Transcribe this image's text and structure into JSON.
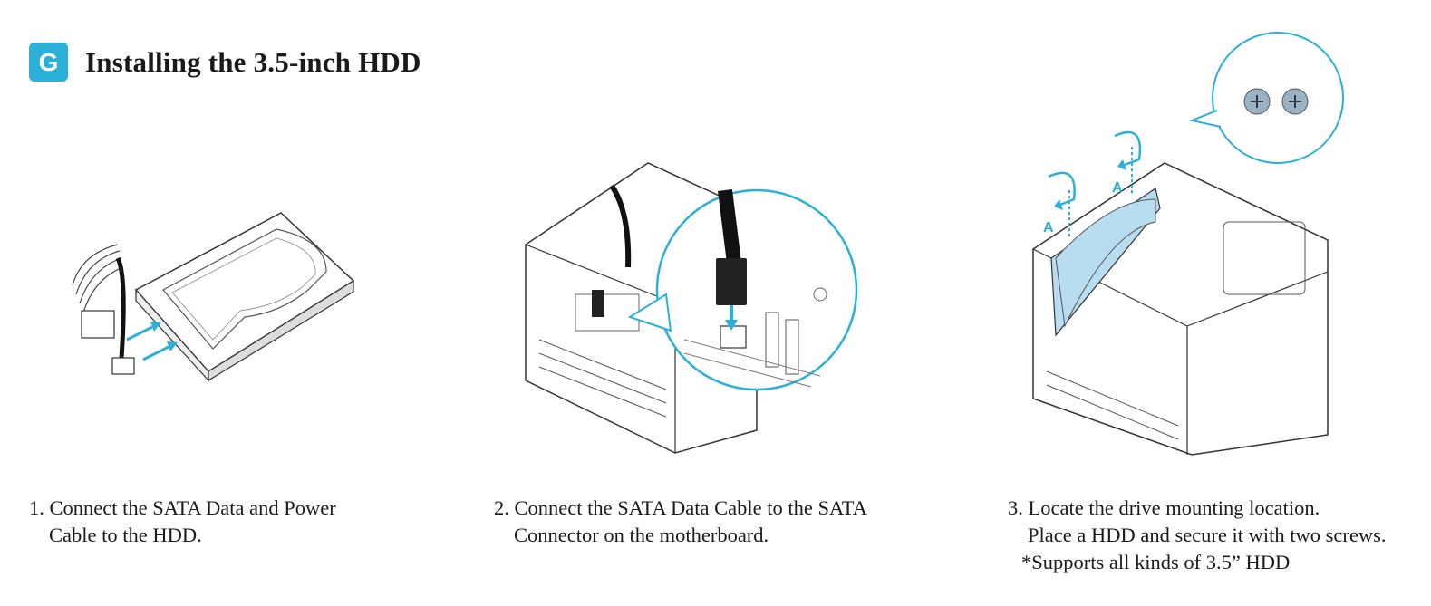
{
  "header": {
    "badge": "G",
    "title": "Installing the 3.5-inch HDD"
  },
  "steps": [
    {
      "lines": [
        "1. Connect the SATA Data and Power",
        "Cable to the HDD."
      ]
    },
    {
      "lines": [
        "2. Connect the SATA Data Cable to the SATA",
        "Connector on the motherboard."
      ]
    },
    {
      "lines": [
        "3. Locate the drive mounting location.",
        "Place a HDD and secure it with two screws."
      ],
      "note": "*Supports all kinds of 3.5” HDD"
    }
  ],
  "figure3": {
    "screw_label": "A"
  },
  "colors": {
    "accent": "#2bb0d8",
    "hdd_fill": "#b9ddf0"
  }
}
